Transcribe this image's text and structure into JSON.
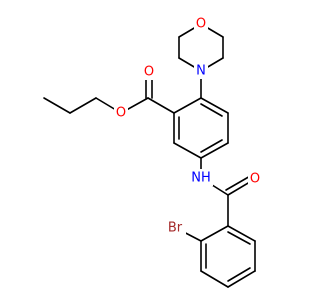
{
  "molecule": {
    "atoms": {
      "o_morph": {
        "label": "O",
        "color": "#FF0000"
      },
      "n_morph": {
        "label": "N",
        "color": "#0000FF"
      },
      "o_carbonyl": {
        "label": "O",
        "color": "#FF0000"
      },
      "o_ester": {
        "label": "O",
        "color": "#FF0000"
      },
      "nh": {
        "label": "NH",
        "color": "#0000FF"
      },
      "o_amide": {
        "label": "O",
        "color": "#FF0000"
      },
      "br": {
        "label": "Br",
        "color": "#A52A2A"
      }
    }
  }
}
